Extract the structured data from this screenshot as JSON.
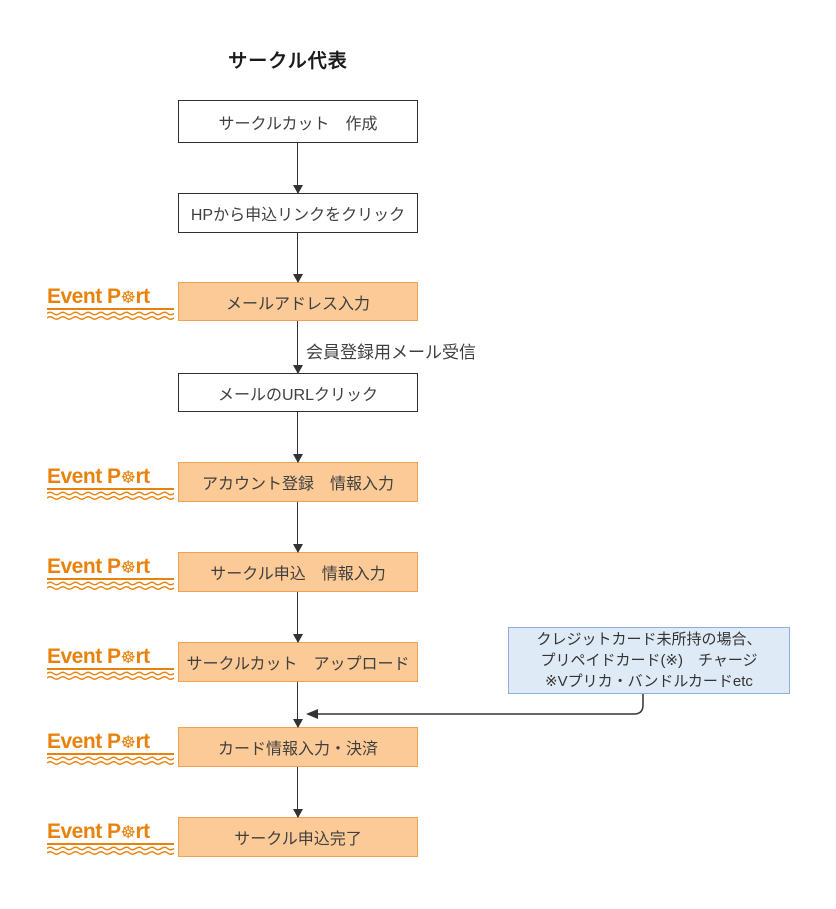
{
  "title": "サークル代表",
  "logo": {
    "text_pre": "Event P",
    "wheel": "☸",
    "text_post": "rt",
    "name": "Event Port"
  },
  "flow": {
    "steps": [
      {
        "label": "サークルカット　作成",
        "type": "plain"
      },
      {
        "label": "HPから申込リンクをクリック",
        "type": "plain"
      },
      {
        "label": "メールアドレス入力",
        "type": "eventport"
      },
      {
        "label": "メールのURLクリック",
        "type": "plain"
      },
      {
        "label": "アカウント登録　情報入力",
        "type": "eventport"
      },
      {
        "label": "サークル申込　情報入力",
        "type": "eventport"
      },
      {
        "label": "サークルカット　アップロード",
        "type": "eventport"
      },
      {
        "label": "カード情報入力・決済",
        "type": "eventport"
      },
      {
        "label": "サークル申込完了",
        "type": "eventport"
      }
    ],
    "arrow_label": "会員登録用メール受信"
  },
  "note": {
    "lines": [
      "クレジットカード未所持の場合、",
      "プリペイドカード(※)　チャージ",
      "※Vプリカ・バンドルカードetc"
    ]
  },
  "colors": {
    "step_fill": "#FBCA96",
    "step_border": "#F0A055",
    "plain_border": "#2F2F2F",
    "note_fill": "#DEEAF6",
    "note_border": "#8FAEDC",
    "logo_orange": "#E8820D",
    "line": "#333333",
    "text": "#3F3F3F"
  }
}
